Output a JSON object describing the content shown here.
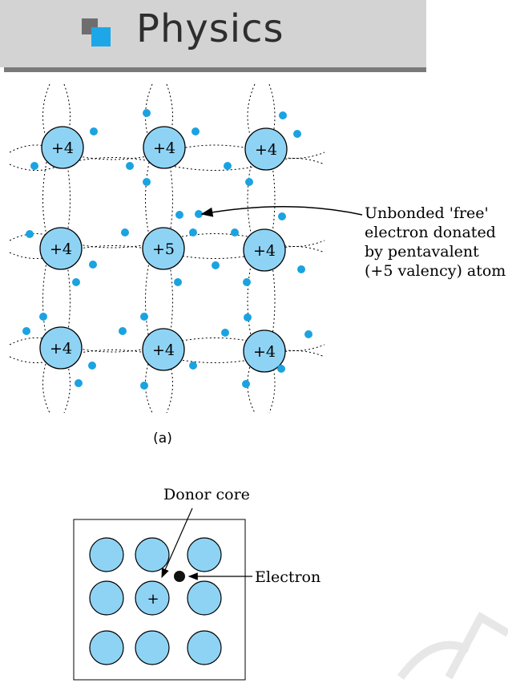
{
  "header": {
    "title": "Physics"
  },
  "lattice": {
    "rows": [
      [
        "+4",
        "+4",
        "+4"
      ],
      [
        "+4",
        "+5",
        "+4"
      ],
      [
        "+4",
        "+4",
        "+4"
      ]
    ],
    "annotation_lines": [
      "Unbonded 'free'",
      "electron donated",
      "by pentavalent",
      "(+5 valency) atom"
    ],
    "caption": "(a)"
  },
  "donor": {
    "label_top": "Donor core",
    "core_symbol": "+",
    "label_right": "Electron"
  },
  "colors": {
    "atom_fill": "#8fd3f4",
    "electron_blue": "#1aa3e0",
    "header_gray": "#d3d3d3",
    "logo_blue": "#1ea7e8"
  }
}
